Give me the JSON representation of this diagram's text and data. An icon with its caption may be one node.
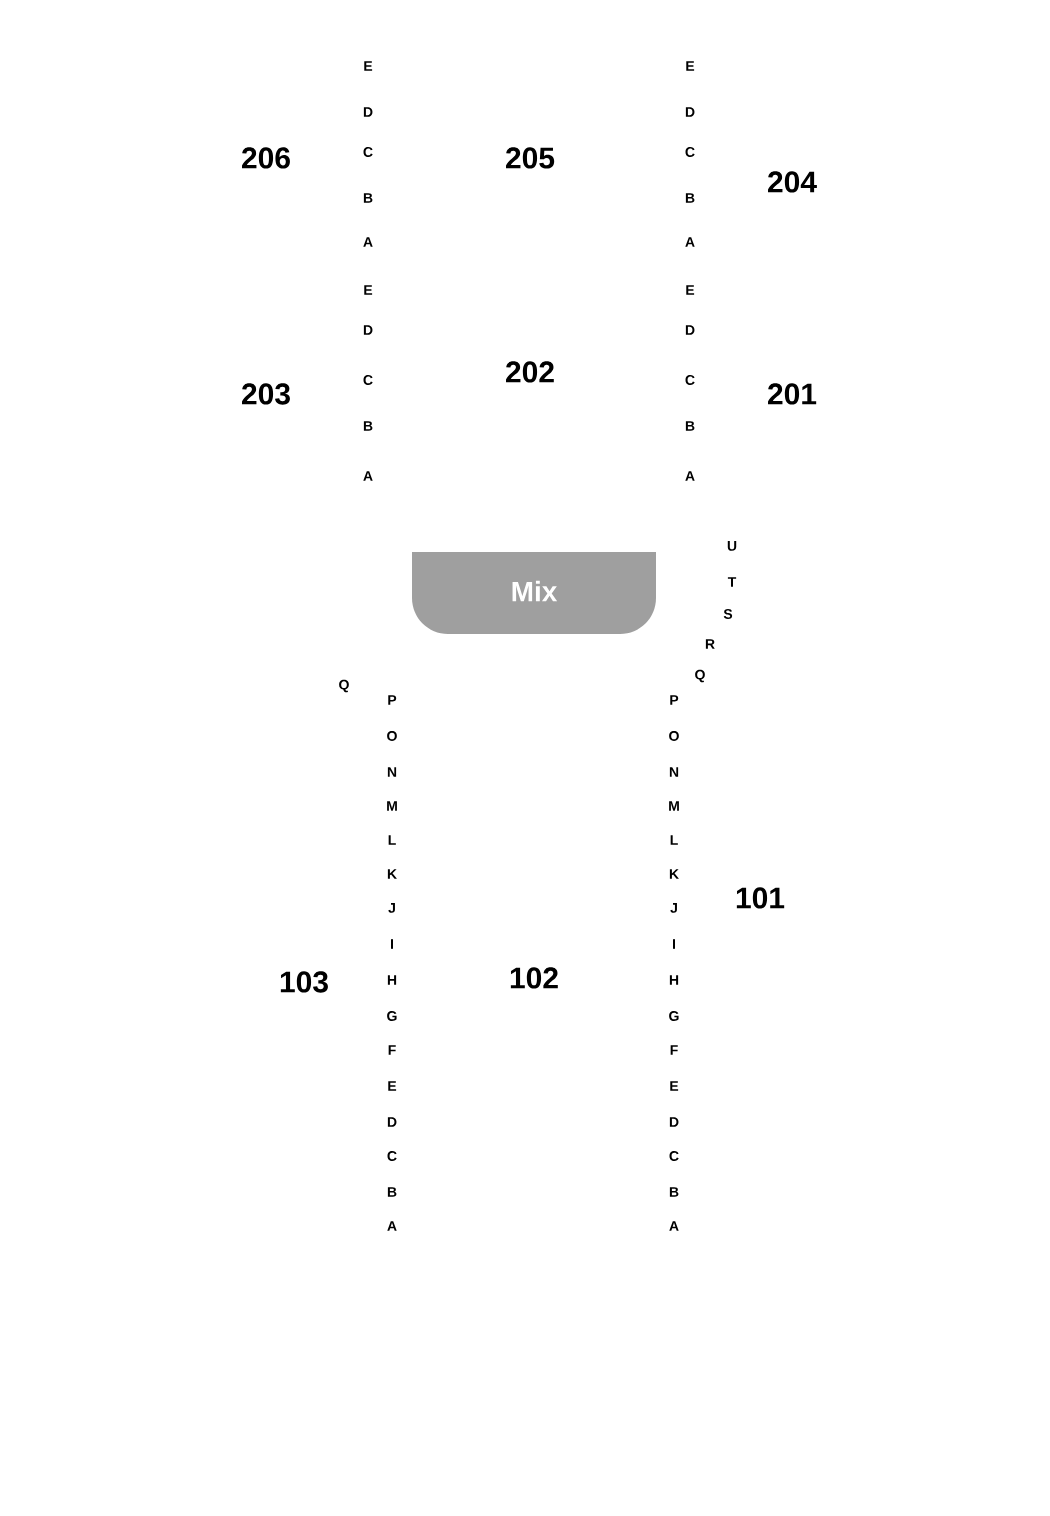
{
  "diagram": {
    "nodes": [
      {
        "text": [
          "Mix"
        ]
      }
    ],
    "labels": [
      "E",
      "E",
      "D",
      "D",
      "206",
      "C",
      "205",
      "C",
      "204",
      "B",
      "B",
      "A",
      "A",
      "E",
      "E",
      "D",
      "D",
      "202",
      "C",
      "C",
      "203",
      "201",
      "B",
      "B",
      "A",
      "A",
      "U",
      "T",
      "S",
      "R",
      "Q",
      "Q",
      "P",
      "P",
      "O",
      "O",
      "N",
      "N",
      "M",
      "M",
      "L",
      "L",
      "K",
      "K",
      "101",
      "J",
      "J",
      "I",
      "I",
      "103",
      "H",
      "102",
      "H",
      "G",
      "G",
      "F",
      "F",
      "E",
      "E",
      "D",
      "D",
      "C",
      "C",
      "B",
      "B",
      "A",
      "A"
    ]
  }
}
